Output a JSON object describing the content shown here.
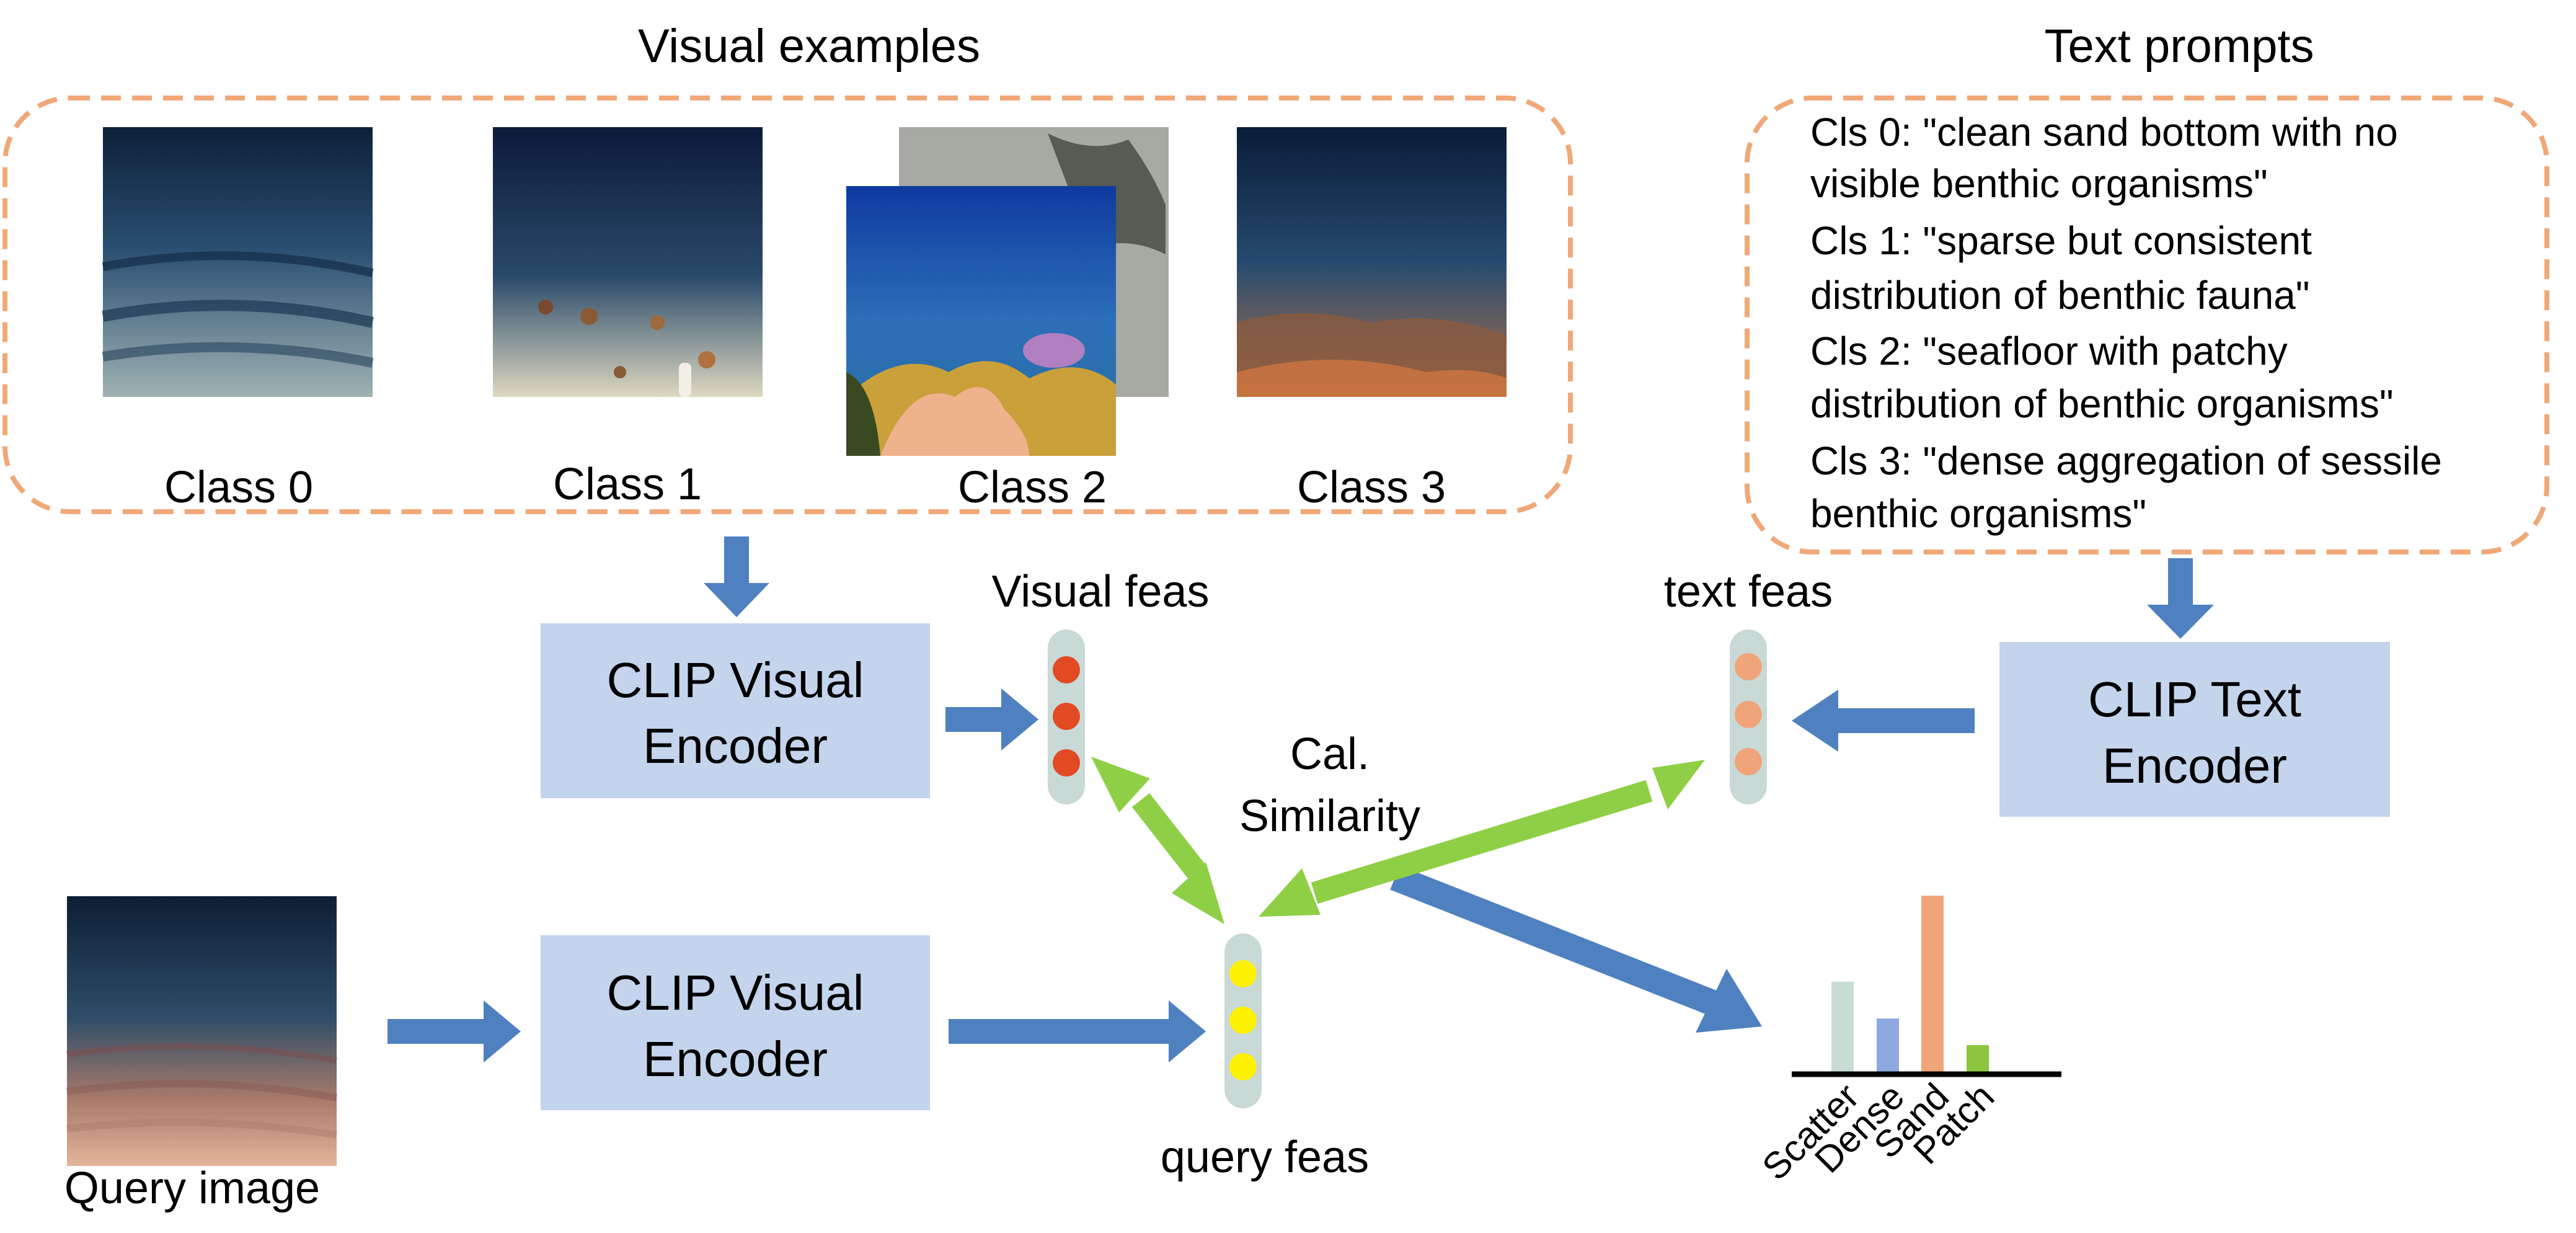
{
  "sections": {
    "visual_examples_title": "Visual examples",
    "text_prompts_title": "Text prompts"
  },
  "classes": [
    {
      "label": "Class 0"
    },
    {
      "label": "Class 1"
    },
    {
      "label": "Class 2"
    },
    {
      "label": "Class 3"
    }
  ],
  "prompts": [
    "Cls 0: \"clean sand bottom with no",
    "visible benthic organisms\"",
    "Cls 1: \"sparse but consistent",
    "distribution of benthic fauna\"",
    "Cls 2: \"seafloor with patchy",
    "distribution of benthic organisms\"",
    "Cls 3: \"dense aggregation of sessile",
    "benthic organisms\""
  ],
  "encoders": {
    "visual_top": [
      "CLIP Visual",
      "Encoder"
    ],
    "visual_bottom": [
      "CLIP Visual",
      "Encoder"
    ],
    "text": [
      "CLIP Text",
      "Encoder"
    ]
  },
  "features": {
    "visual_label": "Visual feas",
    "text_label": "text feas",
    "query_label": "query feas"
  },
  "similarity": [
    "Cal.",
    "Similarity"
  ],
  "query_image_label": "Query image",
  "colors": {
    "dashed_border": "#f0a878",
    "encoder_fill": "#c3d4ec",
    "blue_arrow": "#4f80c0",
    "green_arrow": "#8fcf45",
    "visual_dot": "#e24a24",
    "text_dot": "#f0a47a",
    "query_dot": "#fff200",
    "feature_bar": "#c9d9d6"
  },
  "chart_data": {
    "type": "bar",
    "categories": [
      "Scatter",
      "Dense",
      "Sand",
      "Patch"
    ],
    "values": [
      0.44,
      0.26,
      0.86,
      0.13
    ],
    "colors": [
      "#c8dcd4",
      "#8ea9e1",
      "#f0a47a",
      "#8cc63f"
    ]
  }
}
